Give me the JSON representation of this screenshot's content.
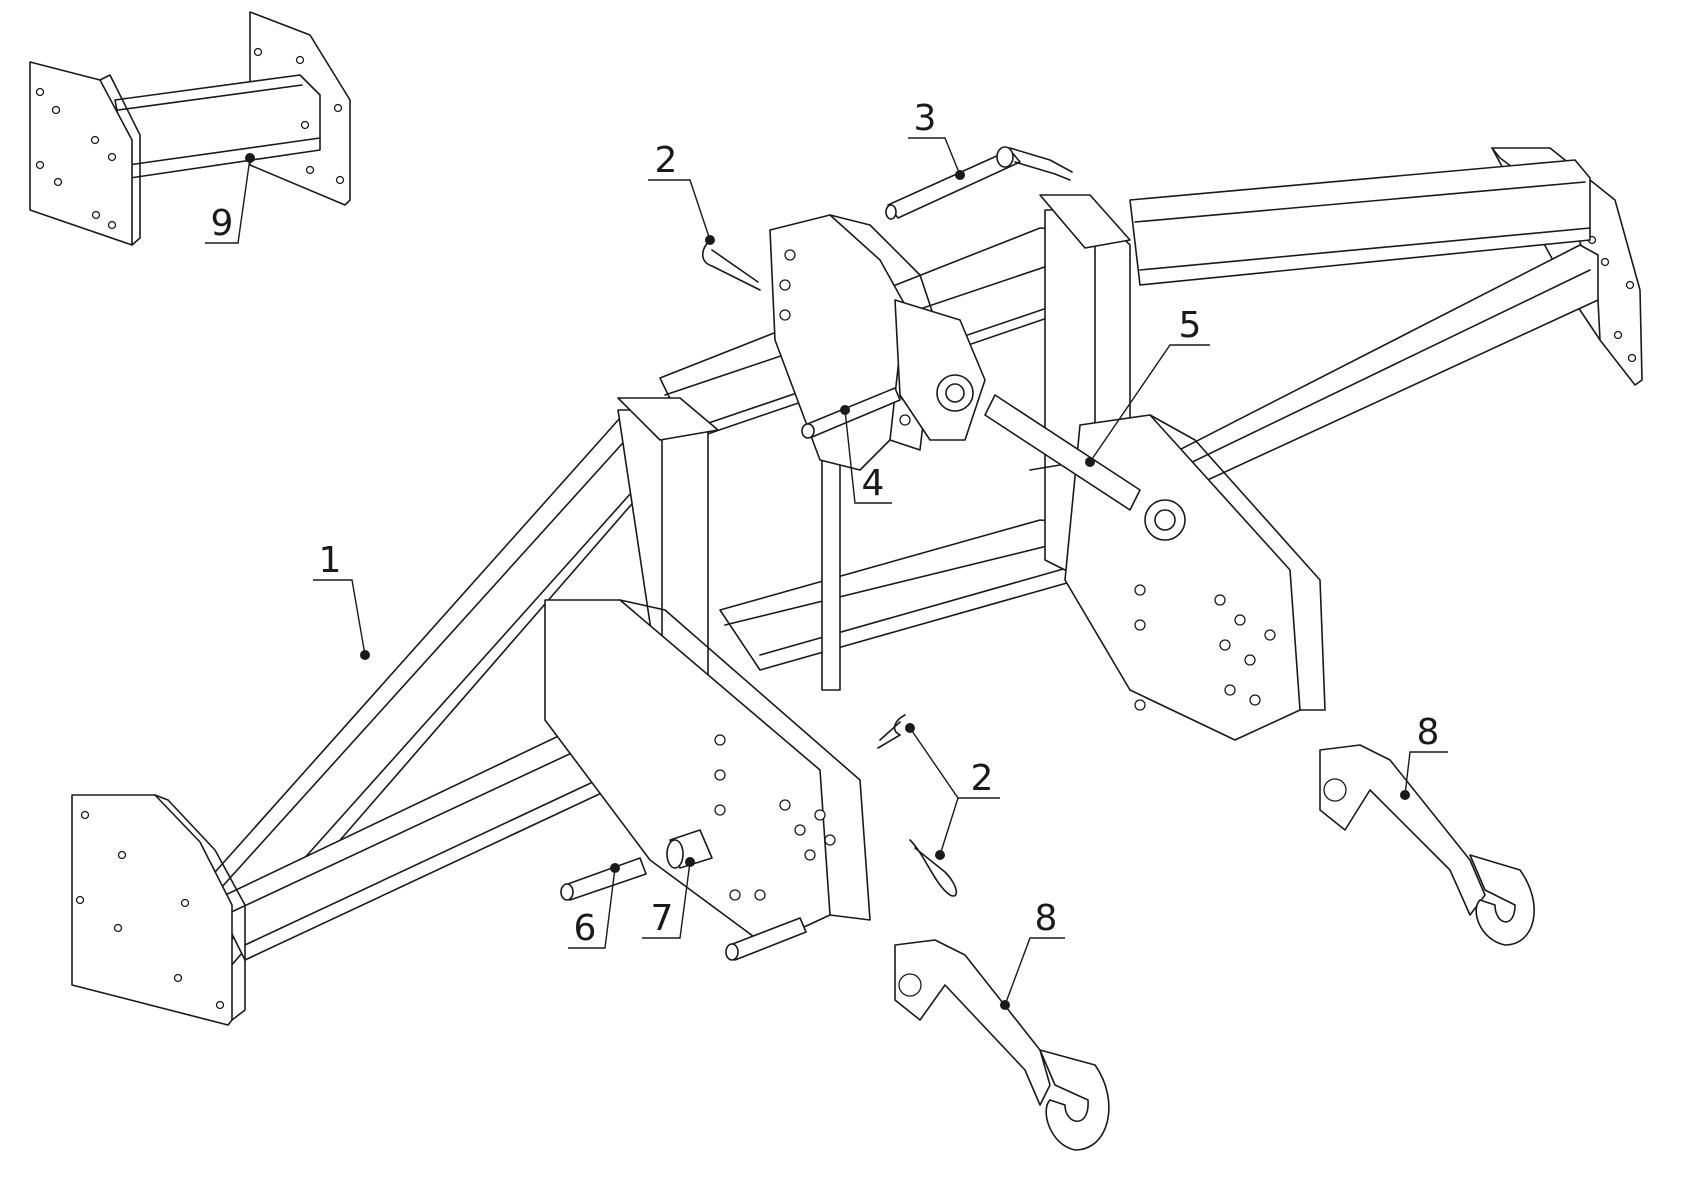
{
  "callouts": [
    {
      "label": "1"
    },
    {
      "label": "2"
    },
    {
      "label": "2"
    },
    {
      "label": "3"
    },
    {
      "label": "4"
    },
    {
      "label": "5"
    },
    {
      "label": "6"
    },
    {
      "label": "7"
    },
    {
      "label": "8"
    },
    {
      "label": "8"
    },
    {
      "label": "9"
    }
  ],
  "colors": {
    "line": "#1a1a1a",
    "background": "#ffffff"
  }
}
